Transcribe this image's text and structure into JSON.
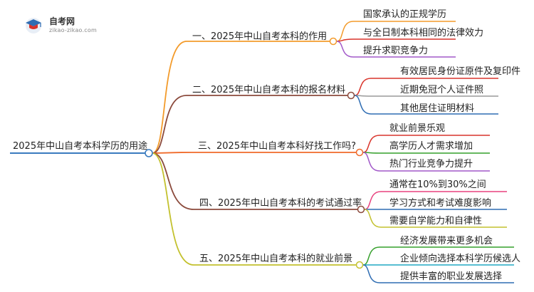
{
  "logo": {
    "brand": "自考网",
    "site": "zikao-zikao.com"
  },
  "root": {
    "label": "2025年中山自考本科学历的用途",
    "color": "#3a7bbf"
  },
  "branches": [
    {
      "label": "一、2025年中山自考本科的作用",
      "color": "#f39b2b",
      "leaves": [
        {
          "label": "国家承认的正规学历",
          "color": "#f39b2b"
        },
        {
          "label": "与全日制本科相同的法律效力",
          "color": "#d9342b"
        },
        {
          "label": "提升求职竞争力",
          "color": "#a259c9"
        }
      ]
    },
    {
      "label": "二、2025年中山自考本科的报名材料",
      "color": "#8b4a3c",
      "leaves": [
        {
          "label": "有效居民身份证原件及复印件",
          "color": "#d9342b"
        },
        {
          "label": "近期免冠个人证件照",
          "color": "#9a9a9a"
        },
        {
          "label": "其他居住证明材料",
          "color": "#2f6db3"
        }
      ]
    },
    {
      "label": "三、2025年中山自考本科好找工作吗?",
      "color": "#f06a2a",
      "leaves": [
        {
          "label": "就业前景乐观",
          "color": "#d9342b"
        },
        {
          "label": "高学历人才需求增加",
          "color": "#35a02c"
        },
        {
          "label": "热门行业竞争力提升",
          "color": "#a259c9"
        }
      ]
    },
    {
      "label": "四、2025年中山自考本科的考试通过率",
      "color": "#8b4a3c",
      "leaves": [
        {
          "label": "通常在10%到30%之间",
          "color": "#e8427e"
        },
        {
          "label": "学习方式和考试难度影响",
          "color": "#2f6db3"
        },
        {
          "label": "需要自学能力和自律性",
          "color": "#c3c12e"
        }
      ]
    },
    {
      "label": "五、2025年中山自考本科的就业前景",
      "color": "#c3c12e",
      "leaves": [
        {
          "label": "经济发展带来更多机会",
          "color": "#35a02c"
        },
        {
          "label": "企业倾向选择本科学历候选人",
          "color": "#21a8c4"
        },
        {
          "label": "提供丰富的职业发展选择",
          "color": "#2f6db3"
        }
      ]
    }
  ]
}
